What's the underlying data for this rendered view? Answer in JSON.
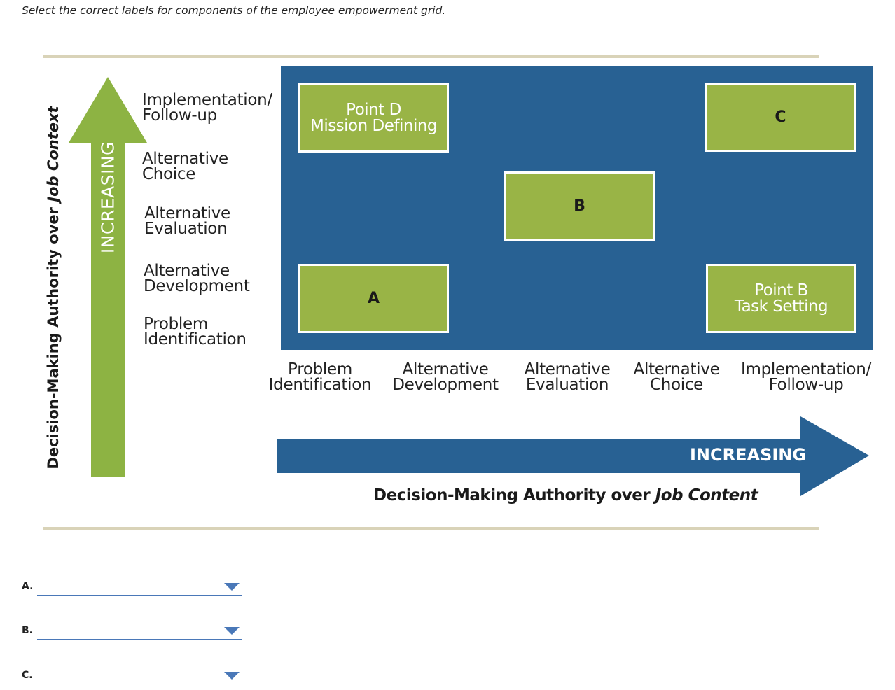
{
  "instruction": "Select the correct labels for components of the employee empowerment grid.",
  "colors": {
    "grid_blue": "#286193",
    "box_green": "#99b446",
    "rule_tan": "#d9d3b8",
    "arrow_green": "#8db343",
    "select_blue": "#4a78b8"
  },
  "y_axis": {
    "title": "Decision-Making Authority over Job Context",
    "arrow_text": "INCREASING",
    "levels": [
      [
        "Implementation/",
        "Follow-up"
      ],
      [
        "Alternative",
        "Choice"
      ],
      [
        "Alternative",
        "Evaluation"
      ],
      [
        "Alternative",
        "Development"
      ],
      [
        "Problem",
        "Identification"
      ]
    ]
  },
  "x_axis": {
    "title_prefix": "Decision-Making Authority over ",
    "title_emphasis": "Job Content",
    "arrow_text": "INCREASING",
    "levels": [
      [
        "Problem",
        "Identification"
      ],
      [
        "Alternative",
        "Development"
      ],
      [
        "Alternative",
        "Evaluation"
      ],
      [
        "Alternative",
        "Choice"
      ],
      [
        "Implementation/",
        "Follow-up"
      ]
    ]
  },
  "grid_boxes": {
    "point_d": {
      "line1": "Point D",
      "line2": "Mission Defining"
    },
    "c": {
      "label": "C"
    },
    "b": {
      "label": "B"
    },
    "a": {
      "label": "A"
    },
    "point_b": {
      "line1": "Point B",
      "line2": "Task Setting"
    }
  },
  "answers": [
    {
      "letter": "A.",
      "value": ""
    },
    {
      "letter": "B.",
      "value": ""
    },
    {
      "letter": "C.",
      "value": ""
    }
  ]
}
